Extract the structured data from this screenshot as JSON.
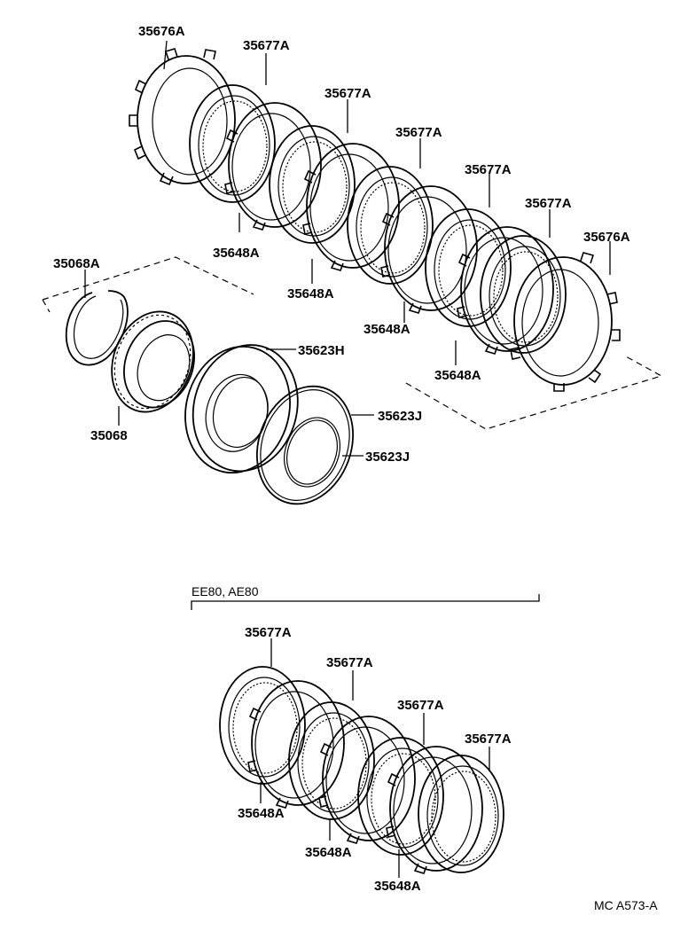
{
  "diagram": {
    "labels": {
      "steel_top_left": "35676A",
      "disc_1": "35677A",
      "disc_2": "35677A",
      "disc_3": "35677A",
      "disc_4": "35677A",
      "disc_5": "35677A",
      "steel_top_right": "35676A",
      "plate_1": "35648A",
      "plate_2": "35648A",
      "plate_3": "35648A",
      "plate_4": "35648A",
      "snap_ring": "35068A",
      "one_way_clutch": "35068",
      "piston": "35623H",
      "seal_outer": "35623J",
      "seal_inner": "35623J",
      "variant_heading": "EE80, AE80",
      "lower_disc_1": "35677A",
      "lower_disc_2": "35677A",
      "lower_disc_3": "35677A",
      "lower_disc_4": "35677A",
      "lower_plate_1": "35648A",
      "lower_plate_2": "35648A",
      "lower_plate_3": "35648A",
      "figure_code": "MC A573-A"
    }
  }
}
